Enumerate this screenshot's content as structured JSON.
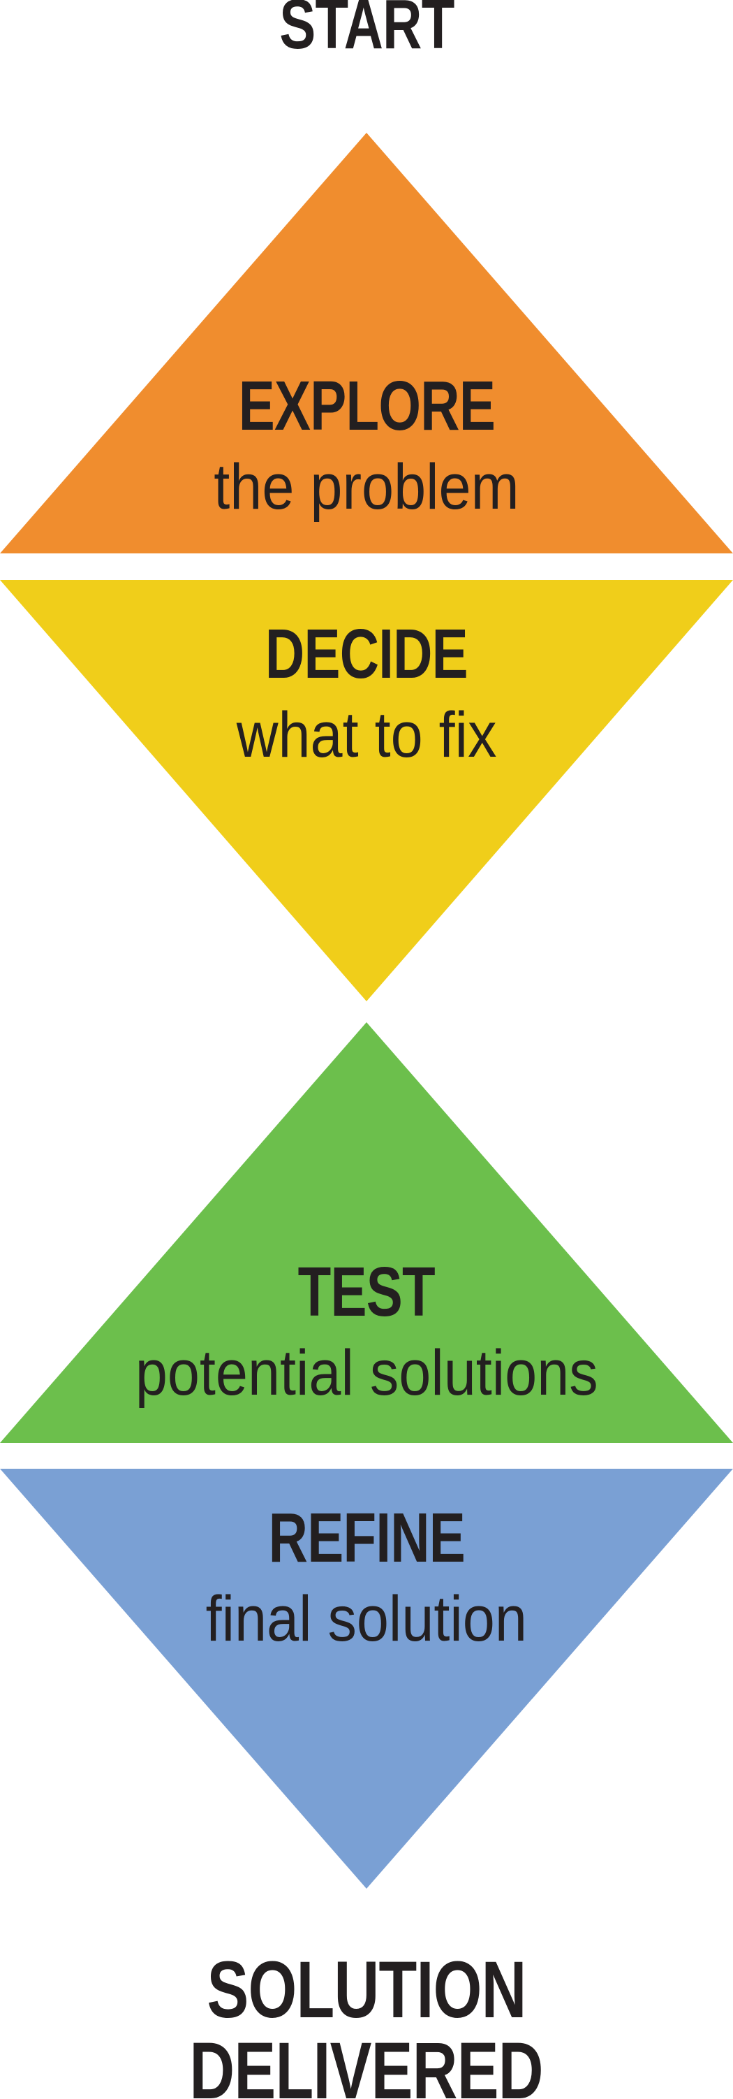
{
  "diagram": {
    "start_label": "START",
    "end_label": {
      "line1": "SOLUTION",
      "line2": "DELIVERED"
    },
    "text_color": "#231F20",
    "background_color": "#FFFFFF",
    "stages": [
      {
        "name": "EXPLORE",
        "subtitle": "the problem",
        "color": "#F08D2E",
        "shape": "triangle-up"
      },
      {
        "name": "DECIDE",
        "subtitle": "what to fix",
        "color": "#F0CE1A",
        "shape": "triangle-down"
      },
      {
        "name": "TEST",
        "subtitle": "potential solutions",
        "color": "#6CBF4C",
        "shape": "triangle-up"
      },
      {
        "name": "REFINE",
        "subtitle": "final solution",
        "color": "#7AA0D4",
        "shape": "triangle-down"
      }
    ]
  }
}
